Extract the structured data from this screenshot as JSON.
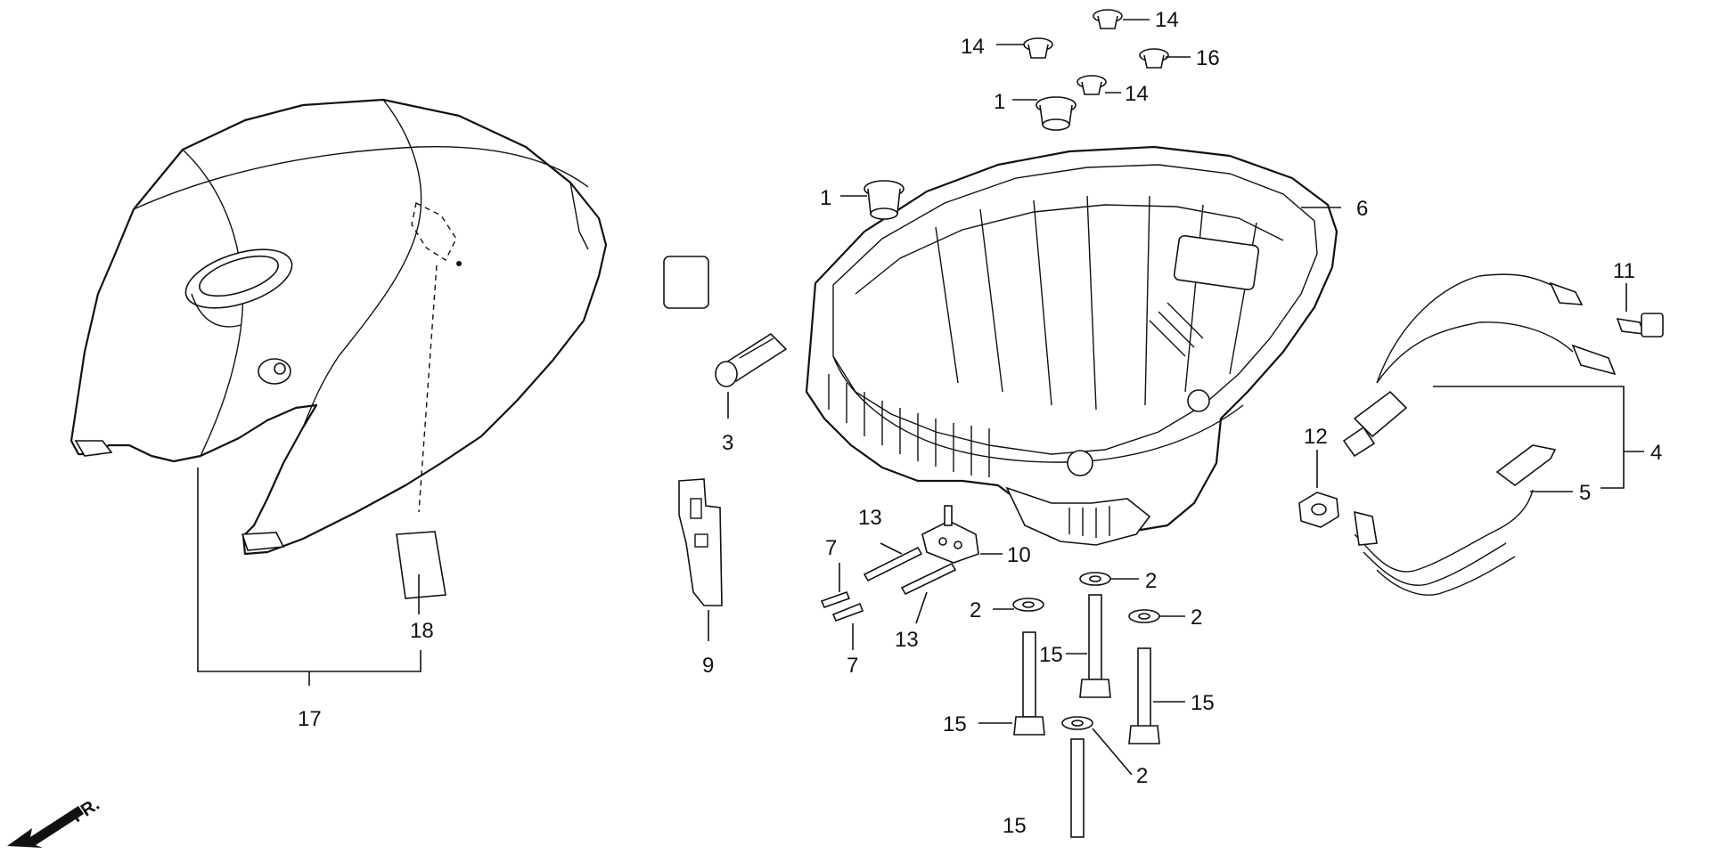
{
  "diagram": {
    "callouts": {
      "c1a": "1",
      "c1b": "1",
      "c2a": "2",
      "c2b": "2",
      "c2c": "2",
      "c2d": "2",
      "c3": "3",
      "c4": "4",
      "c5": "5",
      "c6": "6",
      "c7a": "7",
      "c7b": "7",
      "c9": "9",
      "c10": "10",
      "c11": "11",
      "c12": "12",
      "c13a": "13",
      "c13b": "13",
      "c14a": "14",
      "c14b": "14",
      "c14c": "14",
      "c15a": "15",
      "c15b": "15",
      "c15c": "15",
      "c15d": "15",
      "c16": "16",
      "c17": "17",
      "c18": "18"
    },
    "direction_label": "FR."
  }
}
